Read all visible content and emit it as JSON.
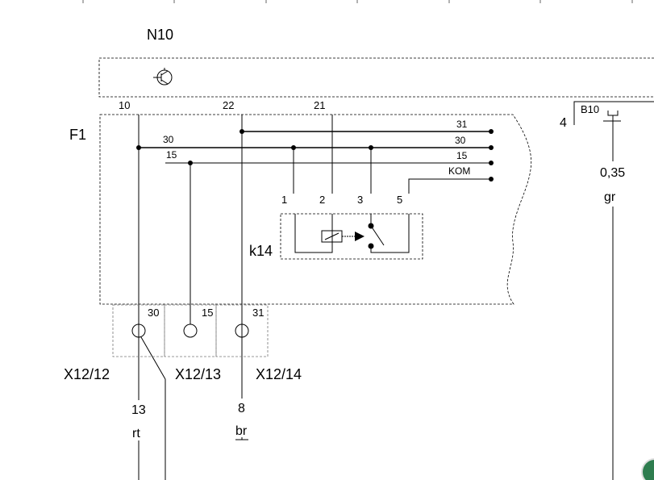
{
  "labels": {
    "n10": "N10",
    "f1": "F1",
    "k14": "k14",
    "b10": "B10",
    "b10_pin": "4",
    "b10_size": "0,35",
    "b10_color": "gr",
    "top_pins": {
      "p10": "10",
      "p22": "22",
      "p21": "21"
    },
    "bus": {
      "b31": "31",
      "b30": "30",
      "b15": "15",
      "kom": "KOM",
      "left30": "30",
      "left15": "15"
    },
    "relay_pins": {
      "r1": "1",
      "r2": "2",
      "r3": "3",
      "r5": "5"
    },
    "connector_pins": {
      "c30": "30",
      "c15": "15",
      "c31": "31"
    },
    "connectors": {
      "x12_12": "X12/12",
      "x12_13": "X12/13",
      "x12_14": "X12/14"
    },
    "wire_left": {
      "size": "13",
      "color": "rt"
    },
    "wire_mid": {
      "size": "8",
      "color": "br"
    }
  },
  "colors": {
    "line": "#000000",
    "grid": "#777777",
    "badge": "#2e7d4f"
  }
}
